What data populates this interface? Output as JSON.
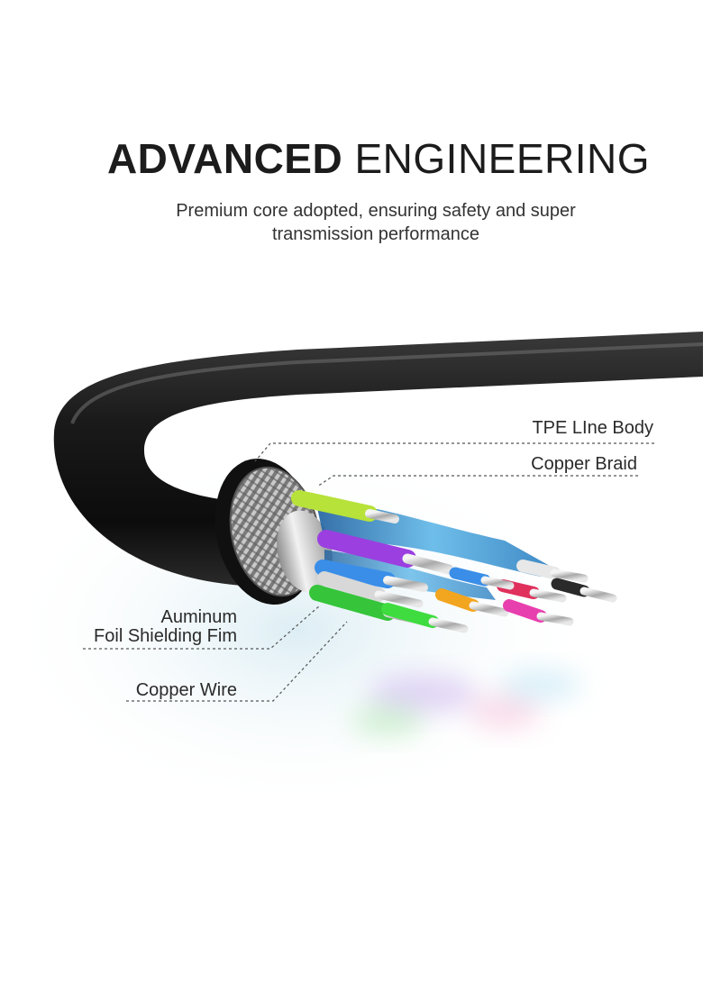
{
  "header": {
    "title_bold": "ADVANCED",
    "title_light": "ENGINEERING",
    "subtitle_line1": "Premium core adopted, ensuring safety and super",
    "subtitle_line2": "transmission performance"
  },
  "labels": {
    "tpe_body": "TPE LIne Body",
    "copper_braid": "Copper Braid",
    "foil_line1": "Auminum",
    "foil_line2": "Foil Shielding Fim",
    "copper_wire": "Copper Wire"
  },
  "colors": {
    "cable_jacket": "#1b1b1b",
    "wire_colors": [
      "#b7e23a",
      "#9b3fe0",
      "#3a8ee8",
      "#35c43a",
      "#f2a51f",
      "#e0305c",
      "#e83fae",
      "#3fb9e6"
    ]
  }
}
